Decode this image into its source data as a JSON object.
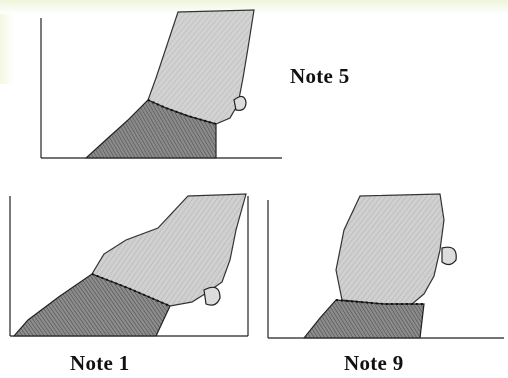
{
  "figure": {
    "labels": {
      "top_right": "Note 5",
      "bottom_left": "Note 1",
      "bottom_right": "Note 9"
    },
    "colors": {
      "background": "#ffffff",
      "ink": "#111111",
      "upper_shade": "#cfcfcf",
      "lower_shade": "#8d8d8d"
    },
    "icons": [
      "hock-sketch-note-5",
      "hock-sketch-note-1",
      "hock-sketch-note-9"
    ]
  }
}
